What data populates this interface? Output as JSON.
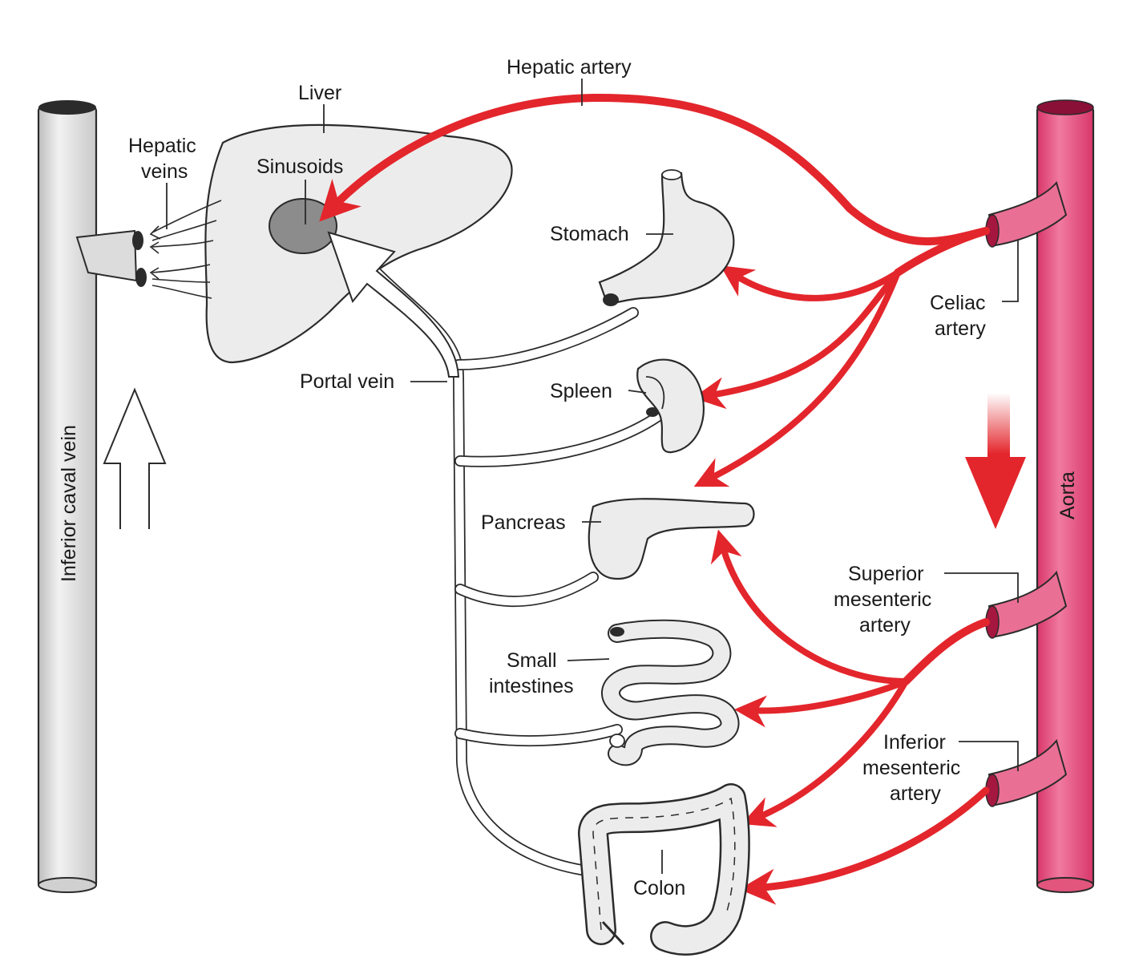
{
  "colors": {
    "artery_red": "#e3262c",
    "aorta_pink": "#e2557d",
    "vein_gray": "#e4e4e4",
    "organ_fill": "#ececec",
    "sinusoid_gray": "#8c8c8c"
  },
  "labels": {
    "inferior_caval_vein": "Inferior caval vein",
    "hepatic_veins_1": "Hepatic",
    "hepatic_veins_2": "veins",
    "liver": "Liver",
    "sinusoids": "Sinusoids",
    "hepatic_artery": "Hepatic artery",
    "stomach": "Stomach",
    "celiac_1": "Celiac",
    "celiac_2": "artery",
    "portal_vein": "Portal vein",
    "spleen": "Spleen",
    "pancreas": "Pancreas",
    "aorta": "Aorta",
    "sma_1": "Superior",
    "sma_2": "mesenteric",
    "sma_3": "artery",
    "small_int_1": "Small",
    "small_int_2": "intestines",
    "ima_1": "Inferior",
    "ima_2": "mesenteric",
    "ima_3": "artery",
    "colon": "Colon"
  },
  "icons": {
    "venous_flow": "up-arrow-outline-icon",
    "arterial_flow": "down-arrow-red-icon"
  }
}
